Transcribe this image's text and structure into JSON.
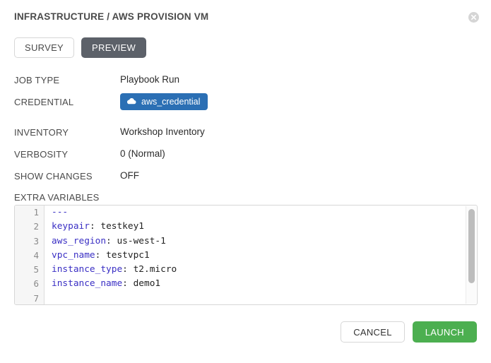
{
  "header": {
    "title": "INFRASTRUCTURE / AWS PROVISION VM",
    "close_icon": "close-icon"
  },
  "tabs": [
    {
      "label": "SURVEY",
      "active": false
    },
    {
      "label": "PREVIEW",
      "active": true
    }
  ],
  "details": [
    {
      "label": "JOB TYPE",
      "value": "Playbook Run"
    },
    {
      "label": "CREDENTIAL",
      "value": "aws_credential",
      "badge": true,
      "icon": "cloud-icon"
    },
    {
      "label": "INVENTORY",
      "value": "Workshop Inventory"
    },
    {
      "label": "VERBOSITY",
      "value": "0 (Normal)"
    },
    {
      "label": "SHOW CHANGES",
      "value": "OFF"
    }
  ],
  "extra_variables": {
    "label": "EXTRA VARIABLES",
    "line_numbers": [
      "1",
      "2",
      "3",
      "4",
      "5",
      "6",
      "7"
    ],
    "lines": [
      {
        "key": "",
        "punc": "---",
        "value": ""
      },
      {
        "key": "keypair",
        "punc": ":",
        "value": " testkey1"
      },
      {
        "key": "aws_region",
        "punc": ":",
        "value": " us-west-1"
      },
      {
        "key": "vpc_name",
        "punc": ":",
        "value": " testvpc1"
      },
      {
        "key": "instance_type",
        "punc": ":",
        "value": " t2.micro"
      },
      {
        "key": "instance_name",
        "punc": ":",
        "value": " demo1"
      },
      {
        "key": "",
        "punc": "",
        "value": ""
      }
    ]
  },
  "footer": {
    "cancel_label": "CANCEL",
    "launch_label": "LAUNCH"
  },
  "colors": {
    "accent_blue": "#2b6fb4",
    "launch_green": "#4caf50",
    "preview_dark": "#5c6169",
    "code_key": "#3a2fc4"
  }
}
